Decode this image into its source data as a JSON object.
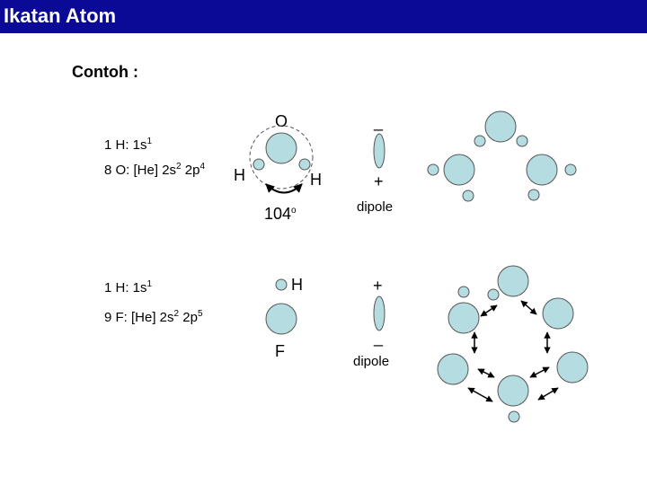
{
  "slide": {
    "title": "Ikatan Atom",
    "heading": "Contoh :"
  },
  "water": {
    "config_h": {
      "prefix": "1 H: 1s",
      "sup1": "1"
    },
    "config_o": {
      "prefix": "8 O: [He] 2s",
      "sup1": "2",
      "mid": " 2p",
      "sup2": "4"
    },
    "label_o": "O",
    "label_h_left": "H",
    "label_h_right": "H",
    "angle_value": "104",
    "angle_degree": "o",
    "dipole_minus": "_",
    "dipole_plus": "+",
    "dipole_label": "dipole"
  },
  "hf": {
    "config_h": {
      "prefix": "1 H: 1s",
      "sup1": "1"
    },
    "config_f": {
      "prefix": "9 F: [He] 2s",
      "sup1": "2",
      "mid": " 2p",
      "sup2": "5"
    },
    "label_h": "H",
    "label_f": "F",
    "dipole_plus": "+",
    "dipole_minus": "_",
    "dipole_label": "dipole"
  },
  "colors": {
    "title_bar": "#0a0a96",
    "atom_fill": "#b5dde1",
    "atom_stroke": "#555555"
  }
}
